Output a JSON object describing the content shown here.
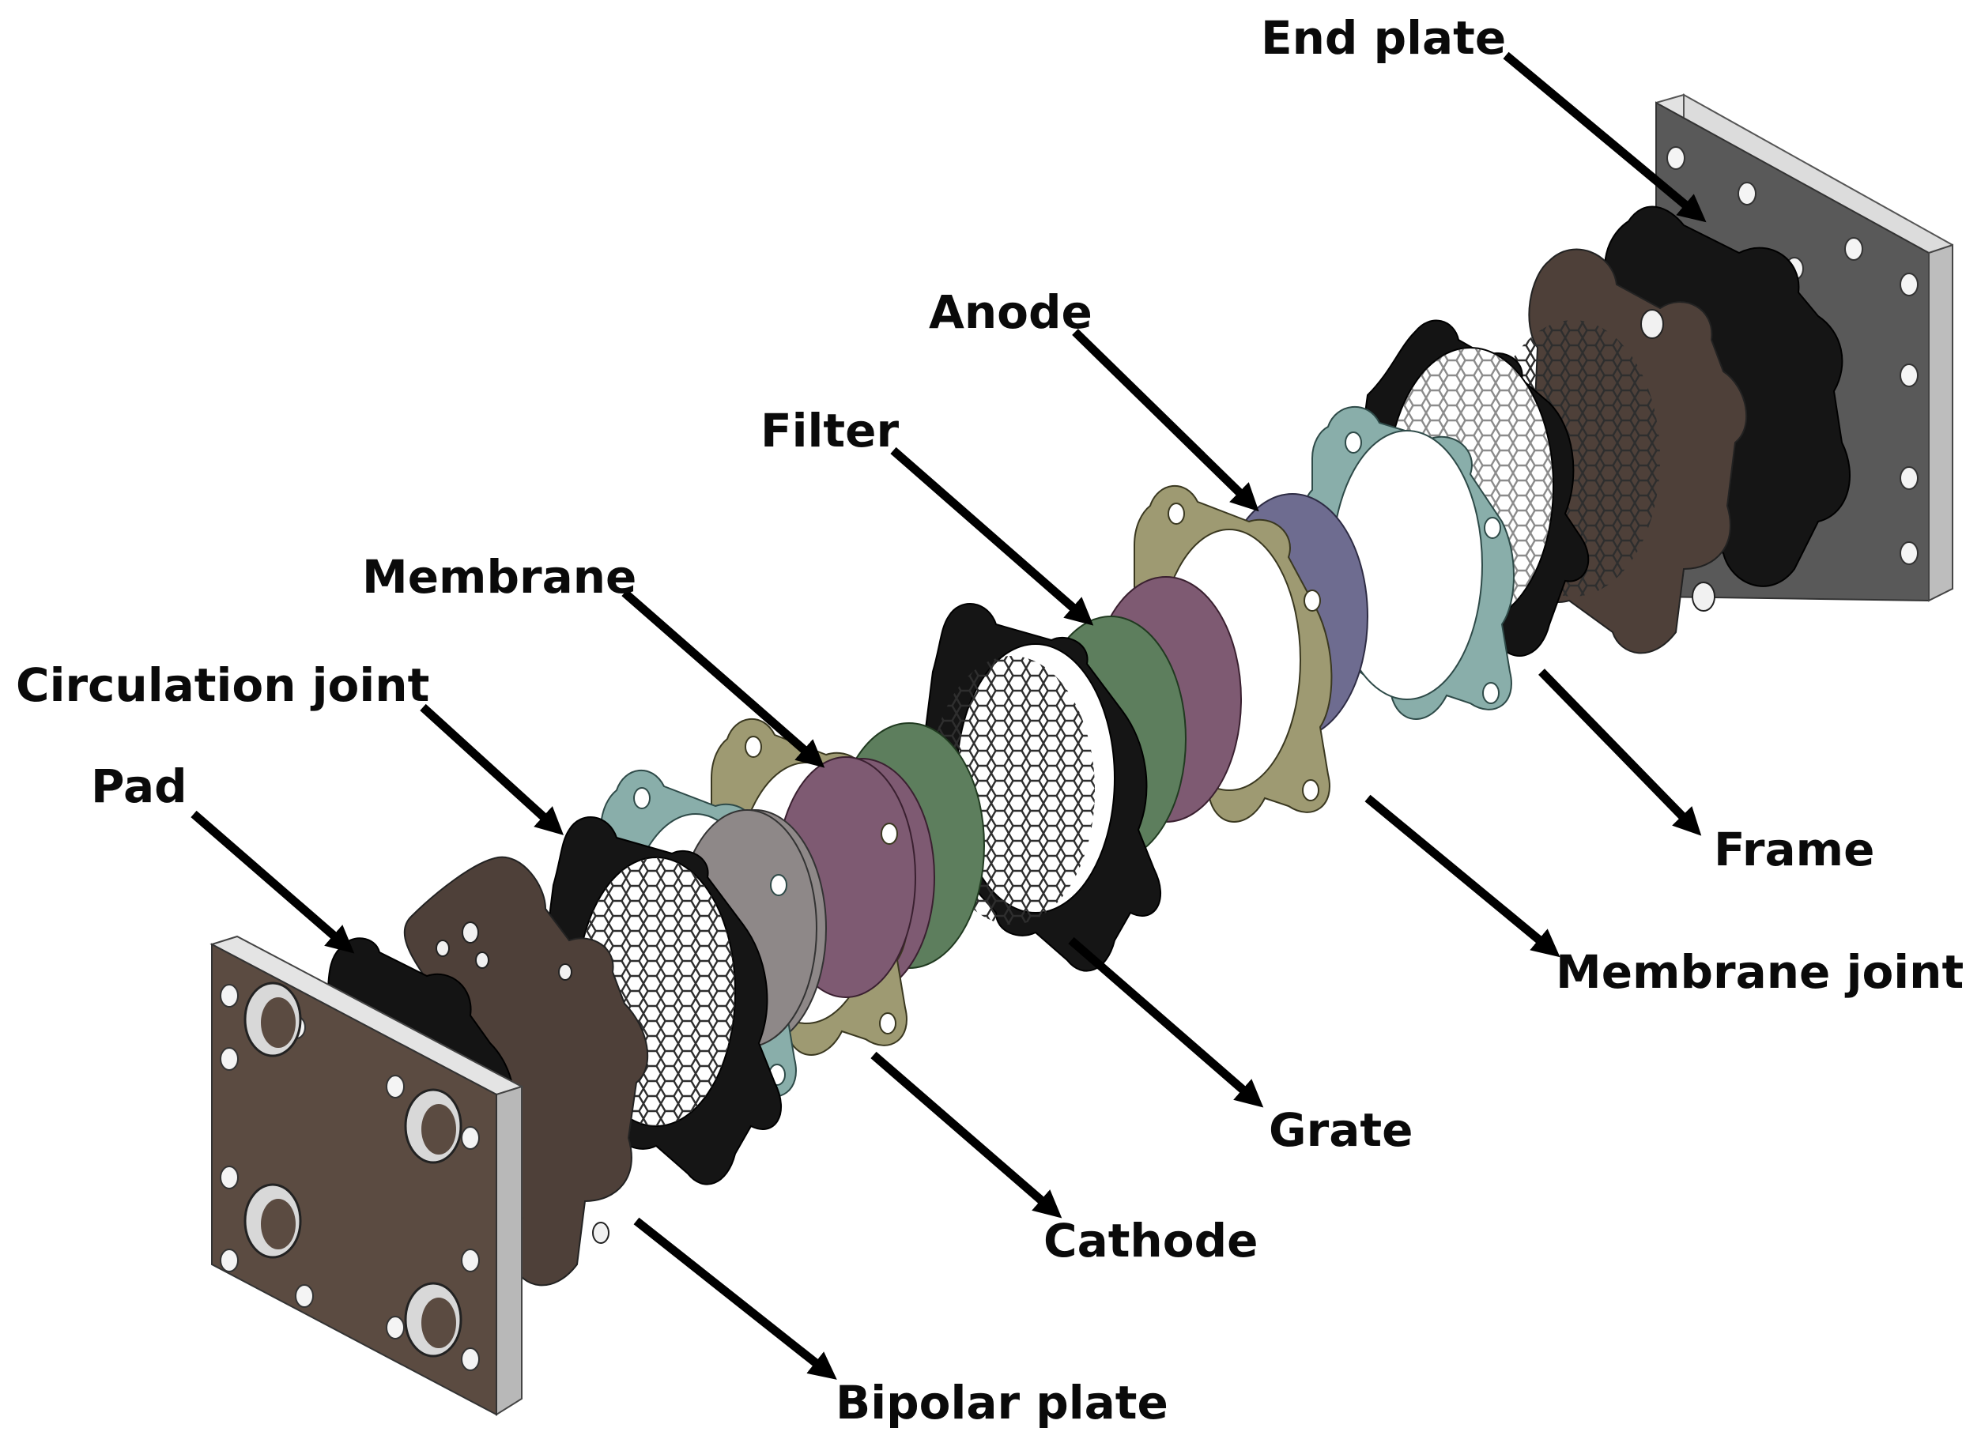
{
  "diagram": {
    "labels": {
      "end_plate": "End plate",
      "anode": "Anode",
      "filter": "Filter",
      "membrane": "Membrane",
      "circulation_joint": "Circulation joint",
      "pad": "Pad",
      "frame": "Frame",
      "membrane_joint": "Membrane joint",
      "grate": "Grate",
      "cathode": "Cathode",
      "bipolar_plate": "Bipolar plate"
    },
    "colors": {
      "plate_face": "#5a4a40",
      "plate_edge": "#d9d9d9",
      "plate_side": "#9a9a9a",
      "pad_black": "#141414",
      "gasket_brown": "#4a3d36",
      "ring_teal": "#86aaa6",
      "ring_olive": "#9e9a72",
      "anode_purple": "#6c6a8e",
      "membrane_mauve": "#7e5a72",
      "filter_green": "#5c7e5c",
      "cathode_gray": "#8c8686",
      "grate": "#3a3a3a",
      "arrow": "#000000"
    }
  }
}
